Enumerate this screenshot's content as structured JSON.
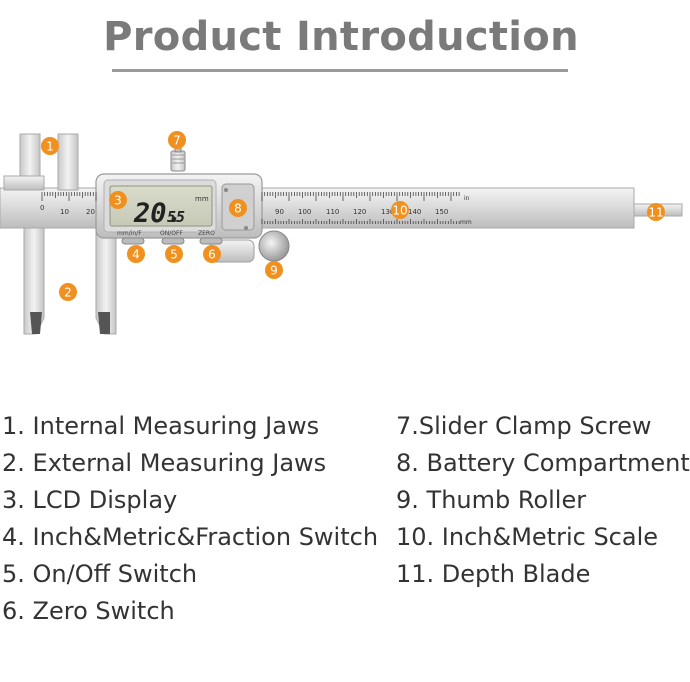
{
  "title": "Product Introduction",
  "display": {
    "reading_main": "20.",
    "reading_decimal": "55",
    "unit": "mm",
    "button_labels": [
      "mm/in/F",
      "ON/OFF",
      "ZERO"
    ]
  },
  "scale": {
    "metric_labels": [
      "10",
      "20",
      "90",
      "100",
      "110",
      "120",
      "130",
      "140",
      "150"
    ],
    "zero_label": "0",
    "unit_top": "in",
    "unit_bottom": "mm"
  },
  "callouts": [
    "1",
    "2",
    "3",
    "4",
    "5",
    "6",
    "7",
    "8",
    "9",
    "10",
    "11"
  ],
  "colors": {
    "accent": "#f0901e",
    "title": "#7a7a7a",
    "text": "#333333"
  },
  "legend_left": [
    "1. Internal Measuring Jaws",
    "2. External Measuring Jaws",
    "3. LCD Display",
    "4. Inch&Metric&Fraction Switch",
    "5. On/Off Switch",
    "6. Zero Switch"
  ],
  "legend_right": [
    "7.Slider Clamp Screw",
    "8. Battery Compartment",
    "9. Thumb Roller",
    "10. Inch&Metric Scale",
    "11. Depth Blade"
  ]
}
